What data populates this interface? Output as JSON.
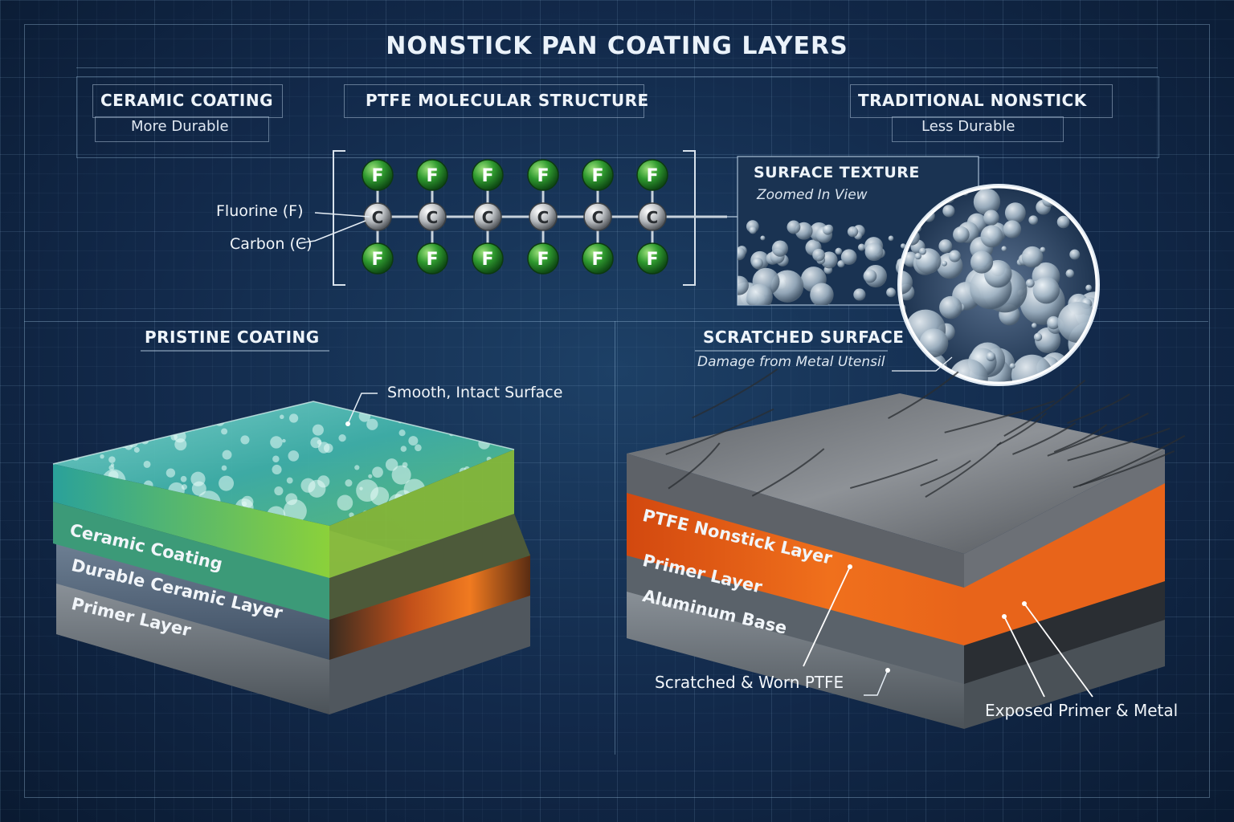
{
  "title": "NONSTICK PAN COATING LAYERS",
  "ceramic": {
    "heading": "CERAMIC COATING",
    "sub": "More Durable"
  },
  "ptfe_structure": {
    "heading": "PTFE MOLECULAR STRUCTURE",
    "fluorine_label": "Fluorine (F)",
    "carbon_label": "Carbon (C)",
    "atom_f": "F",
    "atom_c": "C"
  },
  "traditional": {
    "heading": "TRADITIONAL NONSTICK",
    "sub": "Less Durable"
  },
  "surface_texture": {
    "heading": "SURFACE TEXTURE",
    "sub": "Zoomed In View"
  },
  "pristine": {
    "heading": "PRISTINE COATING",
    "callout": "Smooth, Intact Surface",
    "layers": [
      "Ceramic Coating",
      "Durable Ceramic Layer",
      "Primer Layer"
    ]
  },
  "scratched": {
    "heading": "SCRATCHED SURFACE",
    "sub": "Damage from Metal Utensil",
    "layers": [
      "PTFE Nonstick Layer",
      "Primer Layer",
      "Aluminum Base"
    ],
    "callout_worn": "Scratched & Worn PTFE",
    "callout_exposed": "Exposed Primer & Metal"
  },
  "colors": {
    "background": "#12294a",
    "ceramic_top": "#3fb0a8",
    "ceramic_green": "#7dc93a",
    "ptfe_orange": "#e8641a",
    "fluorine": "#2f9a2f",
    "carbon": "#b8bcc0",
    "metal": "#8a8f94"
  }
}
